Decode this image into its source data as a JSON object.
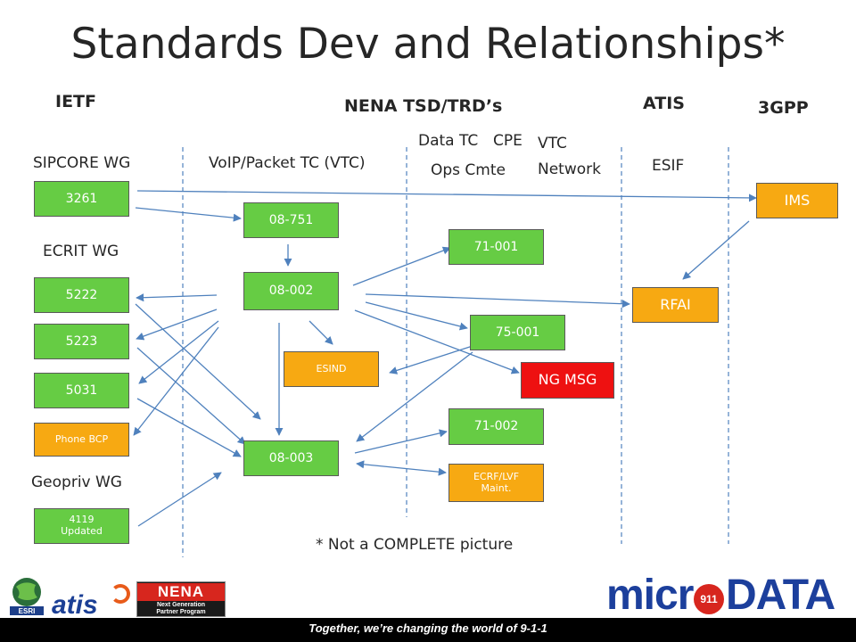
{
  "title": "Standards Dev and Relationships*",
  "orgs": {
    "ietf": "IETF",
    "nena": "NENA TSD/TRD’s",
    "atis": "ATIS",
    "gpp": "3GPP"
  },
  "groups": {
    "sipcore": "SIPCORE WG",
    "ecrit": "ECRIT WG",
    "geopriv": "Geopriv WG",
    "voip": "VoIP/Packet TC (VTC)",
    "data_tc": "Data TC",
    "cpe": "CPE",
    "ops": "Ops Cmte",
    "vtc_network_1": "VTC",
    "vtc_network_2": "Network",
    "esif": "ESIF"
  },
  "boxes": {
    "rfc3261": "3261",
    "rfc5222": "5222",
    "rfc5223": "5223",
    "rfc5031": "5031",
    "phone_bcp": "Phone BCP",
    "rfc4119_1": "4119",
    "rfc4119_2": "Updated",
    "nena_08751": "08-751",
    "nena_08002": "08-002",
    "esind": "ESIND",
    "nena_08003": "08-003",
    "nena_71001": "71-001",
    "nena_75001": "75-001",
    "nena_71002": "71-002",
    "ecrf_1": "ECRF/LVF",
    "ecrf_2": "Maint.",
    "ng_msg": "NG MSG",
    "ims": "IMS",
    "rfai": "RFAI"
  },
  "footnote": "* Not a COMPLETE picture",
  "footer": {
    "tagline": "Together, we’re changing the world of 9-1-1",
    "logo_esri_text": "ESRI",
    "logo_atis": "atis",
    "logo_nena": "NENA",
    "logo_nena_sub1": "Next Generation",
    "logo_nena_sub2": "Partner Program",
    "logo_micro": "micr",
    "logo_911": "911",
    "logo_data": "DATA"
  },
  "colors": {
    "green_box": "#66cc44",
    "orange_box": "#f7a912",
    "red_box": "#ee1111",
    "arrow": "#4f81bd",
    "divider": "#4f81bd"
  }
}
